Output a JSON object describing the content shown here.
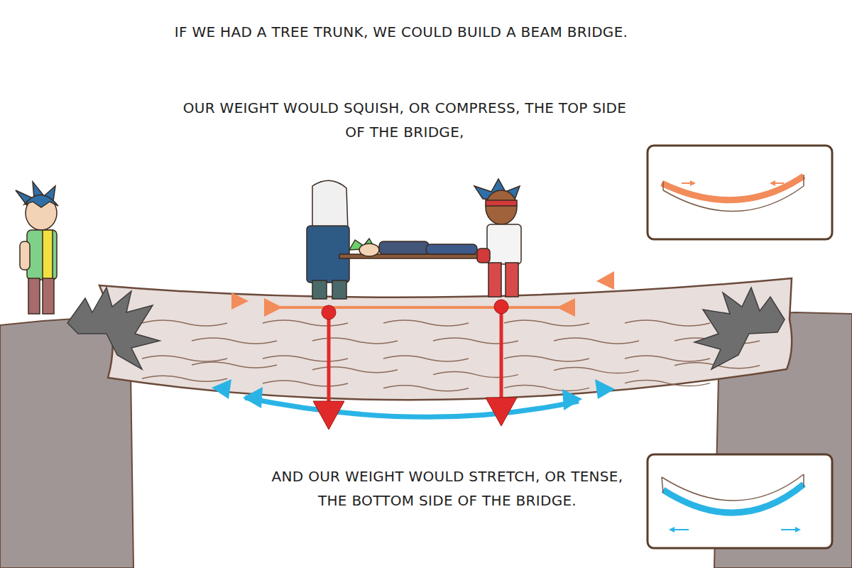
{
  "diagram": {
    "title": "IF WE HAD A TREE TRUNK, WE COULD BUILD A BEAM BRIDGE.",
    "labels": [
      "OUR WEIGHT WOULD SQUISH, OR COMPRESS, THE TOP SIDE OF THE BRIDGE,",
      "AND OUR WEIGHT WOULD STRETCH, OR TENSE, THE BOTTOM SIDE OF THE BRIDGE."
    ]
  }
}
